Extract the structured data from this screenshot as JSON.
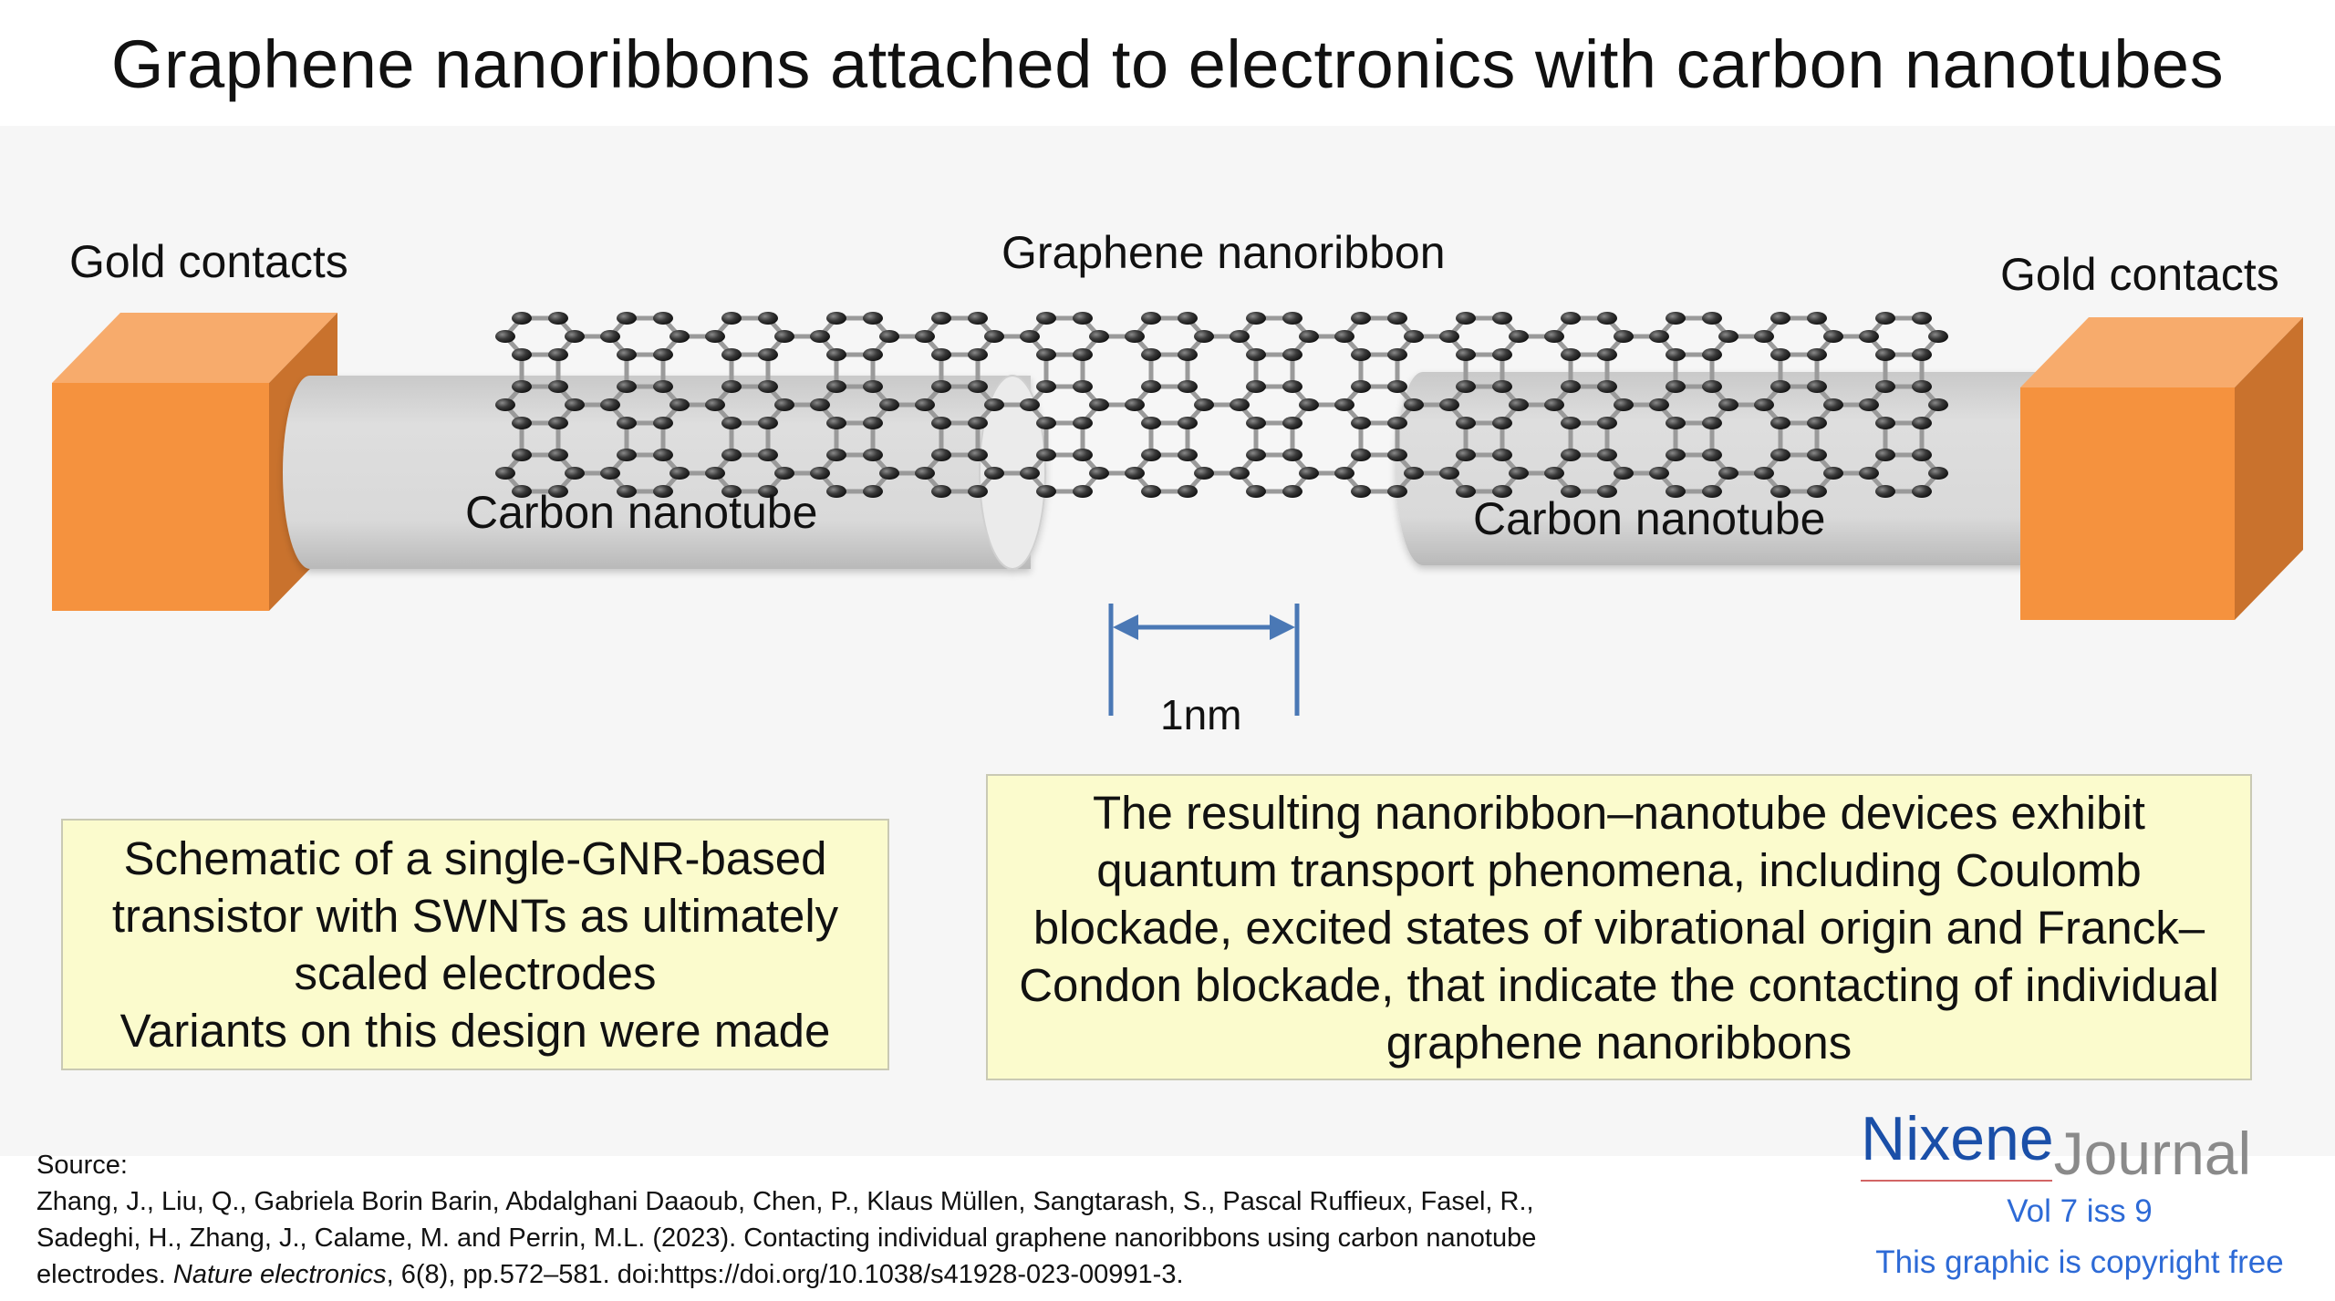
{
  "title": "Graphene nanoribbons attached to electronics with carbon nanotubes",
  "labels": {
    "gold_left": "Gold contacts",
    "gold_right": "Gold contacts",
    "nanoribbon": "Graphene nanoribbon",
    "cnt_left": "Carbon nanotube",
    "cnt_right": "Carbon nanotube",
    "scale": "1nm"
  },
  "box_left": [
    "Schematic of a single-GNR-based",
    "transistor with SWNTs as ultimately",
    "scaled electrodes",
    "Variants on this design were made"
  ],
  "box_right": [
    "The resulting nanoribbon–nanotube devices exhibit",
    "quantum transport phenomena, including Coulomb",
    "blockade, excited states of vibrational origin and Franck–",
    "Condon blockade, that indicate the contacting of individual",
    "graphene nanoribbons"
  ],
  "source": {
    "heading": "Source:",
    "line1": "Zhang, J., Liu, Q., Gabriela Borin Barin, Abdalghani Daaoub, Chen, P., Klaus Müllen, Sangtarash, S., Pascal Ruffieux, Fasel, R.,",
    "line2": "Sadeghi, H., Zhang, J., Calame, M. and Perrin, M.L. (2023). Contacting individual graphene nanoribbons using carbon nanotube",
    "line3_pre": "electrodes. ",
    "line3_journal": "Nature electronics",
    "line3_post": ", 6(8), pp.572–581. doi:https://doi.org/10.1038/s41928-023-00991-3."
  },
  "brand": {
    "name_a": "Nixene",
    "name_b": "Journal",
    "issue": "Vol 7 iss 9",
    "copyright": "This graphic is copyright free"
  },
  "colors": {
    "gold_front": "#f5923e",
    "gold_top": "#f7ab6c",
    "gold_side": "#c9722d",
    "tube": "#dcdcdc",
    "box_fill": "#fbfbcd",
    "arrow": "#4a78b5",
    "brand_blue": "#1a4fa8",
    "panel": "#f6f6f6"
  }
}
